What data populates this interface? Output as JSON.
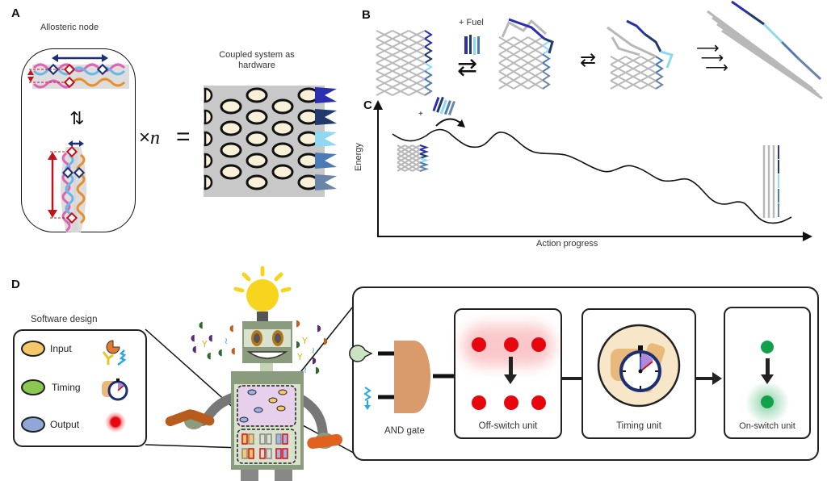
{
  "panels": {
    "a": {
      "letter": "A",
      "node_title": "Allosteric node",
      "multiplier_symbol": "×",
      "multiplier_var": "n",
      "equals": "=",
      "hardware_title_line1": "Coupled system as",
      "hardware_title_line2": "hardware",
      "equilibrium_arrows": "⇅"
    },
    "b": {
      "letter": "B",
      "fuel_label": "+ Fuel",
      "arrow_equilibrium": "⇄",
      "arrow_forward": "⇉"
    },
    "c": {
      "letter": "C",
      "y_label": "Energy",
      "x_label": "Action progress",
      "fuel_mark": "+"
    },
    "d": {
      "letter": "D",
      "software_title": "Software design",
      "legend": [
        {
          "label": "Input",
          "color": "#f5c86a"
        },
        {
          "label": "Timing",
          "color": "#8cc751"
        },
        {
          "label": "Output",
          "color": "#8fa8d8"
        }
      ],
      "units": {
        "and_gate": "AND gate",
        "off_switch": "Off-switch unit",
        "timing": "Timing unit",
        "on_switch": "On-switch unit"
      }
    }
  },
  "colors": {
    "strand_blues": [
      "#2a2fb0",
      "#1f3a6b",
      "#8fd8f0",
      "#4a7bb5",
      "#6a85a8"
    ],
    "node_red": "#c0141c",
    "node_navy": "#1b2f72",
    "lattice_gray": "#b8b8b8",
    "off_red": "#e8060e",
    "on_green": "#11a14a",
    "and_gate": "#d99a6c"
  }
}
